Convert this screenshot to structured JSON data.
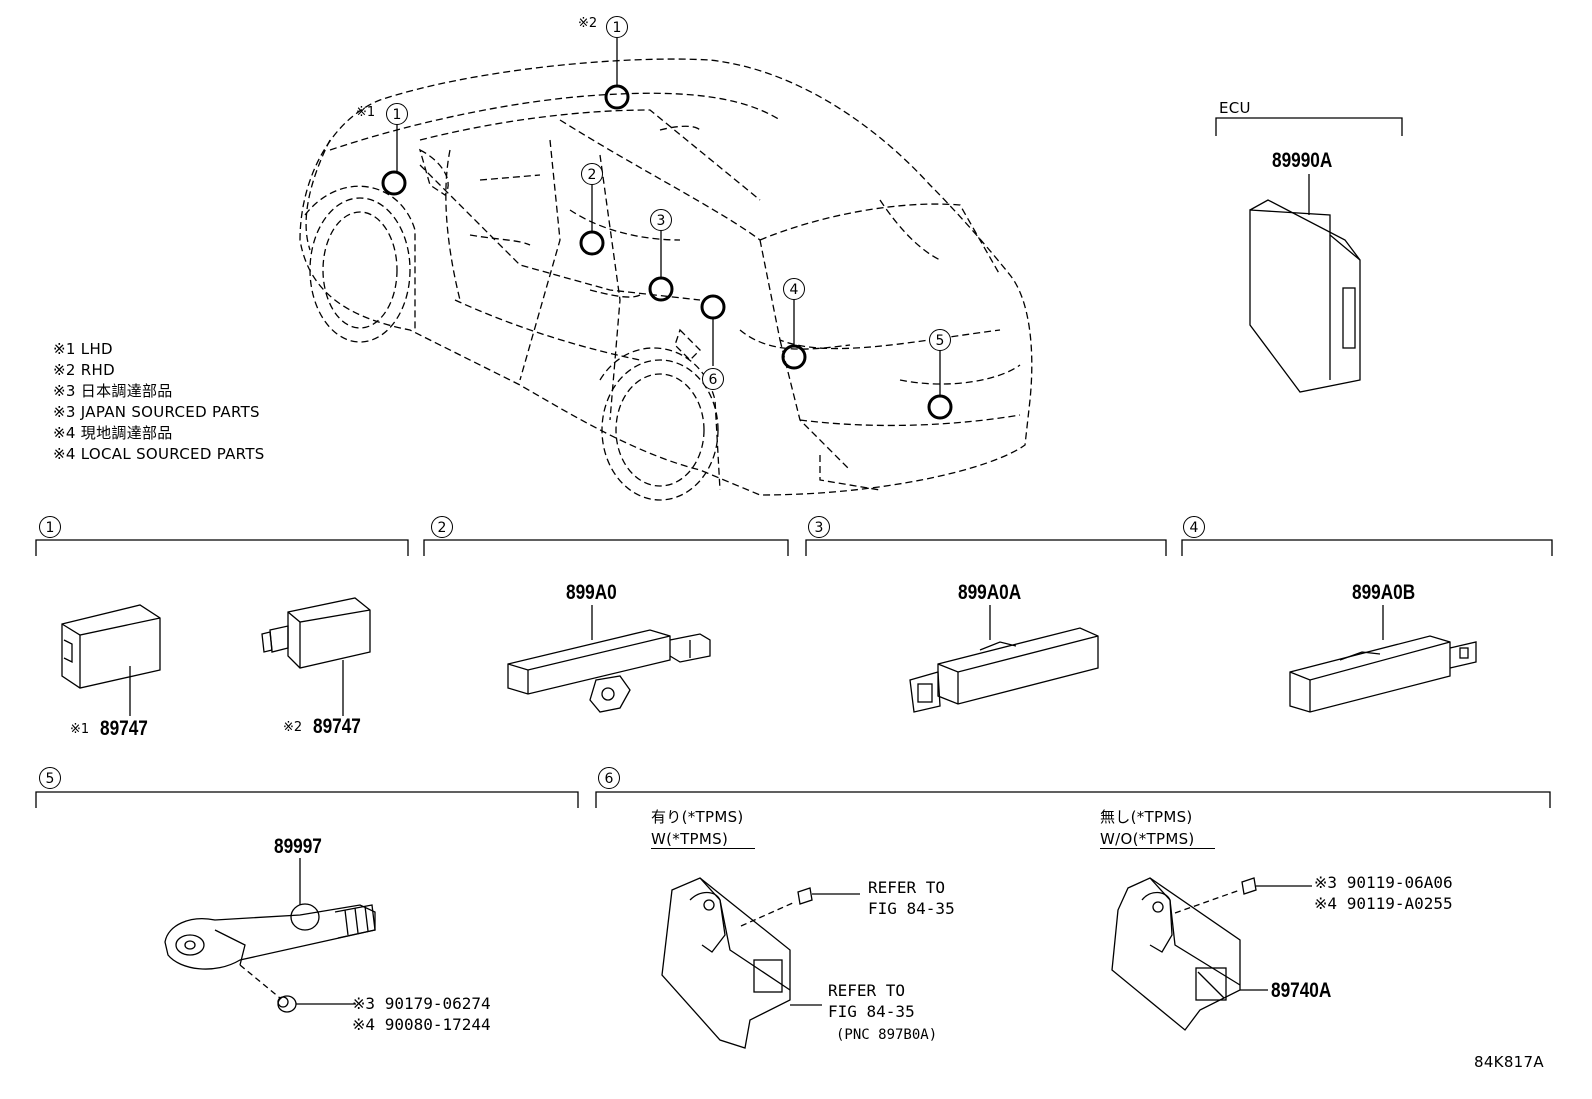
{
  "legend": [
    {
      "mark": "※1",
      "text": "LHD"
    },
    {
      "mark": "※2",
      "text": "RHD"
    },
    {
      "mark": "※3",
      "text": "日本調達部品"
    },
    {
      "mark": "※3",
      "text": "JAPAN SOURCED PARTS"
    },
    {
      "mark": "※4",
      "text": "現地調達部品"
    },
    {
      "mark": "※4",
      "text": "LOCAL SOURCED PARTS"
    }
  ],
  "car_callouts": {
    "c1a_mark": "※1",
    "c1a_num": "1",
    "c1b_mark": "※2",
    "c1b_num": "1",
    "c2": "2",
    "c3": "3",
    "c4": "4",
    "c5": "5",
    "c6": "6"
  },
  "ecu": {
    "label": "ECU",
    "part": "89990A"
  },
  "section1": {
    "num": "1",
    "left_mark": "※1",
    "left_part": "89747",
    "right_mark": "※2",
    "right_part": "89747"
  },
  "section2": {
    "num": "2",
    "part": "899A0"
  },
  "section3": {
    "num": "3",
    "part": "899A0A"
  },
  "section4": {
    "num": "4",
    "part": "899A0B"
  },
  "section5": {
    "num": "5",
    "part": "89997",
    "bolt1_mark": "※3",
    "bolt1_part": "90179-06274",
    "bolt2_mark": "※4",
    "bolt2_part": "90080-17244"
  },
  "section6": {
    "num": "6",
    "with_jp": "有り(*TPMS)",
    "with_en": "W(*TPMS)",
    "without_jp": "無し(*TPMS)",
    "without_en": "W/O(*TPMS)",
    "refer1_line1": "REFER TO",
    "refer1_line2": "FIG 84-35",
    "refer2_line1": "REFER TO",
    "refer2_line2": "FIG 84-35",
    "refer2_line3": "(PNC 897B0A)",
    "bolt1_mark": "※3",
    "bolt1_part": "90119-06A06",
    "bolt2_mark": "※4",
    "bolt2_part": "90119-A0255",
    "part": "89740A"
  },
  "figure_code": "84K817A"
}
